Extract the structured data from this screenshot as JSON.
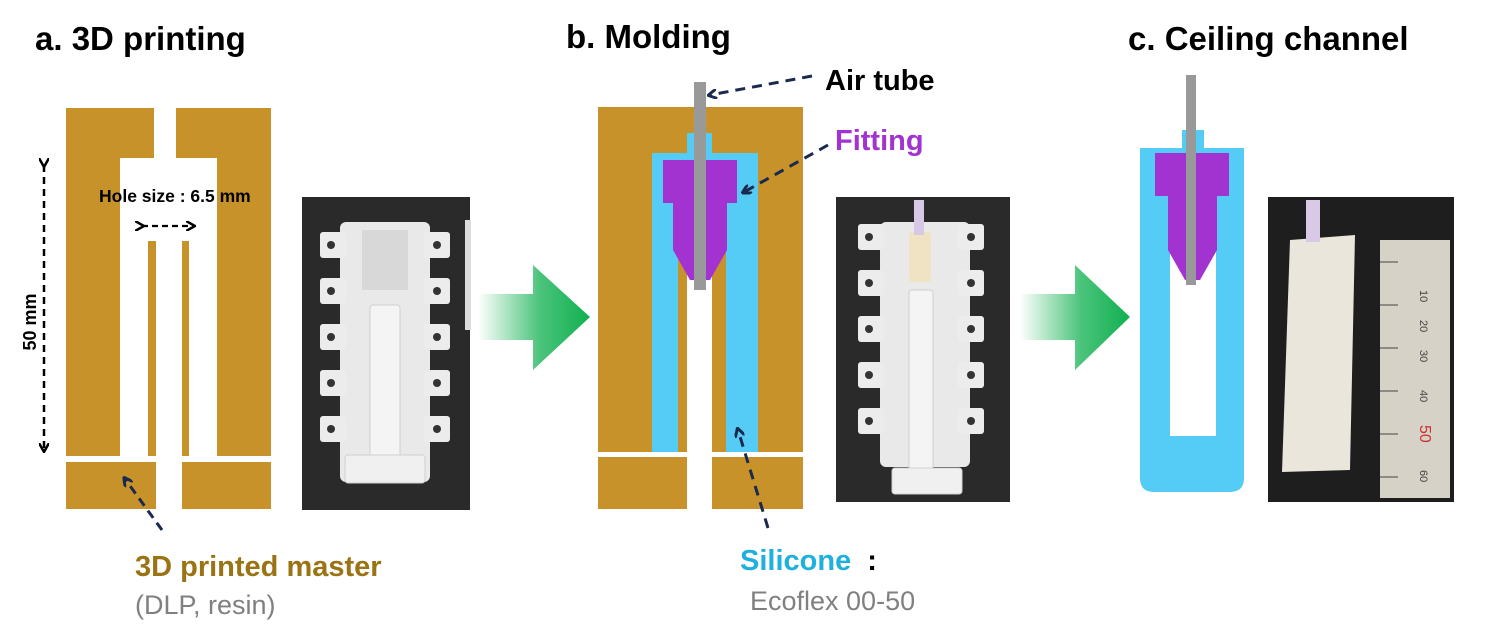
{
  "panels": {
    "a_title": "a. 3D printing",
    "b_title": "b. Molding",
    "c_title": "c. Ceiling channel"
  },
  "labels": {
    "hole_size": "Hole size : 6.5 mm",
    "length": "50 mm",
    "air_tube": "Air tube",
    "fitting": "Fitting",
    "master": "3D printed master",
    "master_sub": "(DLP, resin)",
    "silicone": "Silicone",
    "silicone_colon": ":",
    "silicone_sub": "Ecoflex 00-50"
  },
  "ruler": {
    "ticks": [
      "10",
      "20",
      "30",
      "40",
      "50",
      "60"
    ],
    "highlight": "50"
  },
  "colors": {
    "master": "#C8922A",
    "silicone": "#55CCF5",
    "fitting": "#A233D0",
    "tube": "#999999",
    "arrow_dark": "#1A2A4E",
    "arrow_green": "#10B050",
    "master_text": "#9A7314",
    "silicone_text": "#1FB0E0",
    "grey_text": "#808080"
  },
  "icons": {
    "flow_arrow": "right-arrow-icon",
    "pointer": "dashed-arrow-icon"
  }
}
